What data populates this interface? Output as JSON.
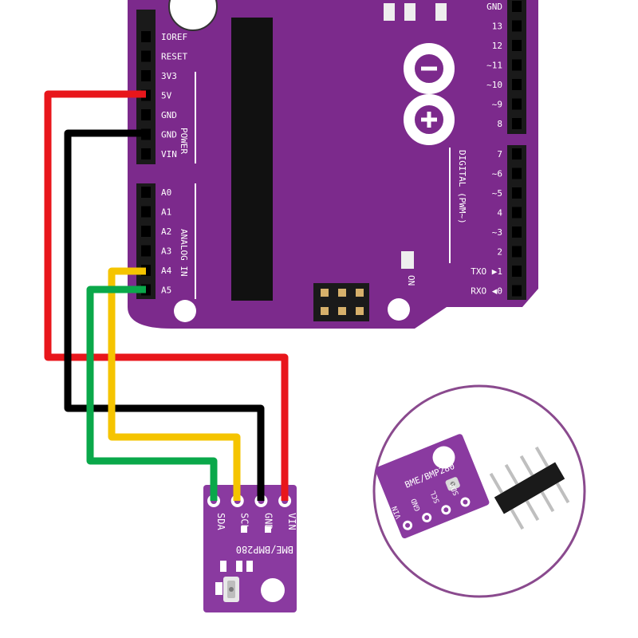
{
  "arduino": {
    "power_pins": [
      "IOREF",
      "RESET",
      "3V3",
      "5V",
      "GND",
      "GND",
      "VIN"
    ],
    "power_header_label": "POWER",
    "analog_pins": [
      "A0",
      "A1",
      "A2",
      "A3",
      "A4",
      "A5"
    ],
    "analog_header_label": "ANALOG IN",
    "digital_pins_top": [
      "GND",
      "13",
      "12",
      "~11",
      "~10",
      "~9",
      "8"
    ],
    "digital_pins_bottom": [
      "7",
      "~6",
      "~5",
      "4",
      "~3",
      "2",
      "TXO ▶1",
      "RXO ◀0"
    ],
    "digital_header_label": "DIGITAL (PWM~)",
    "on_label": "ON",
    "board_color": "#7c2a8c"
  },
  "sensor": {
    "pin_labels": [
      "SDA",
      "SCL",
      "GND",
      "VIN"
    ],
    "model_label": "BME/BMP280",
    "board_color": "#8a3aa0"
  },
  "inset": {
    "pin_labels": [
      "VIN",
      "GND",
      "SCL",
      "SDA"
    ],
    "model_label": "BME/BMP280"
  },
  "wires": {
    "vin_5v_color": "#e8161b",
    "gnd_color": "#000000",
    "scl_a4_color": "#f5c400",
    "sda_a5_color": "#0aa84a"
  }
}
